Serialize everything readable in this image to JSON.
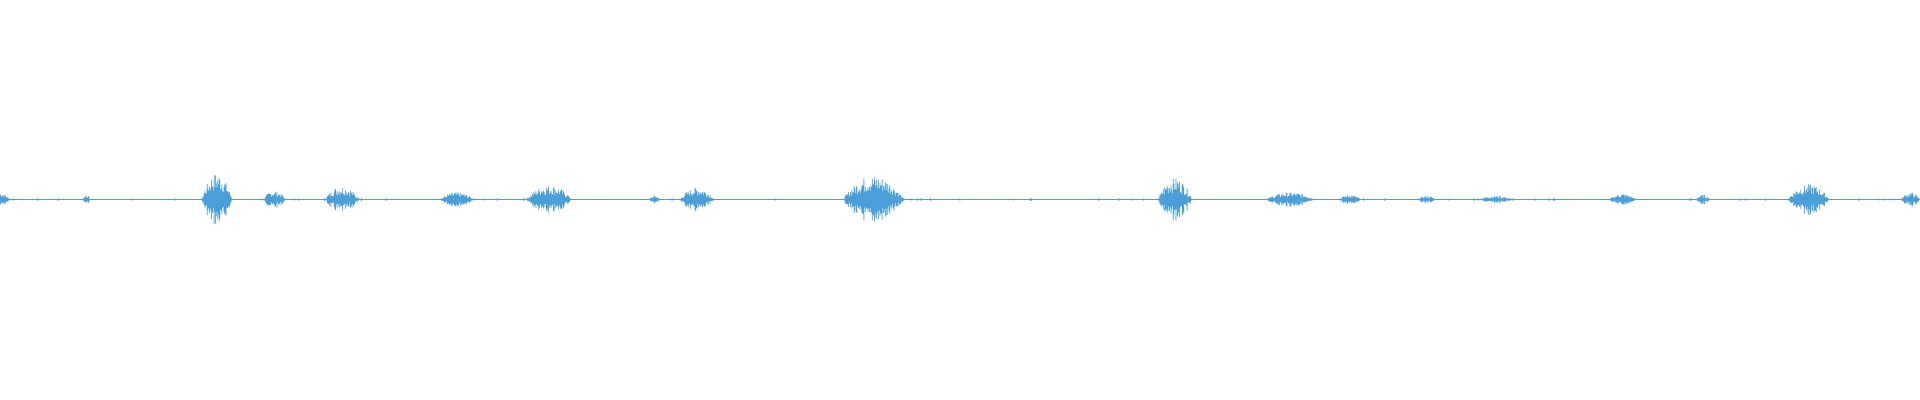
{
  "waveform": {
    "color": "#4a9fd8",
    "background": "#ffffff",
    "duration_fraction": 1.0,
    "segments": [
      {
        "center": 0.0,
        "width": 0.01,
        "amplitude": 0.15
      },
      {
        "center": 0.045,
        "width": 0.004,
        "amplitude": 0.1
      },
      {
        "center": 0.113,
        "width": 0.016,
        "amplitude": 0.55
      },
      {
        "center": 0.143,
        "width": 0.012,
        "amplitude": 0.18
      },
      {
        "center": 0.178,
        "width": 0.018,
        "amplitude": 0.28
      },
      {
        "center": 0.238,
        "width": 0.018,
        "amplitude": 0.15
      },
      {
        "center": 0.286,
        "width": 0.024,
        "amplitude": 0.3
      },
      {
        "center": 0.341,
        "width": 0.006,
        "amplitude": 0.08
      },
      {
        "center": 0.363,
        "width": 0.018,
        "amplitude": 0.25
      },
      {
        "center": 0.455,
        "width": 0.032,
        "amplitude": 0.5
      },
      {
        "center": 0.612,
        "width": 0.018,
        "amplitude": 0.45
      },
      {
        "center": 0.672,
        "width": 0.026,
        "amplitude": 0.15
      },
      {
        "center": 0.703,
        "width": 0.012,
        "amplitude": 0.1
      },
      {
        "center": 0.743,
        "width": 0.01,
        "amplitude": 0.08
      },
      {
        "center": 0.779,
        "width": 0.018,
        "amplitude": 0.08
      },
      {
        "center": 0.845,
        "width": 0.014,
        "amplitude": 0.12
      },
      {
        "center": 0.887,
        "width": 0.008,
        "amplitude": 0.1
      },
      {
        "center": 0.942,
        "width": 0.022,
        "amplitude": 0.32
      },
      {
        "center": 0.995,
        "width": 0.01,
        "amplitude": 0.15
      }
    ],
    "baseline_fraction": 0.5,
    "max_amplitude_fraction": 0.02
  }
}
